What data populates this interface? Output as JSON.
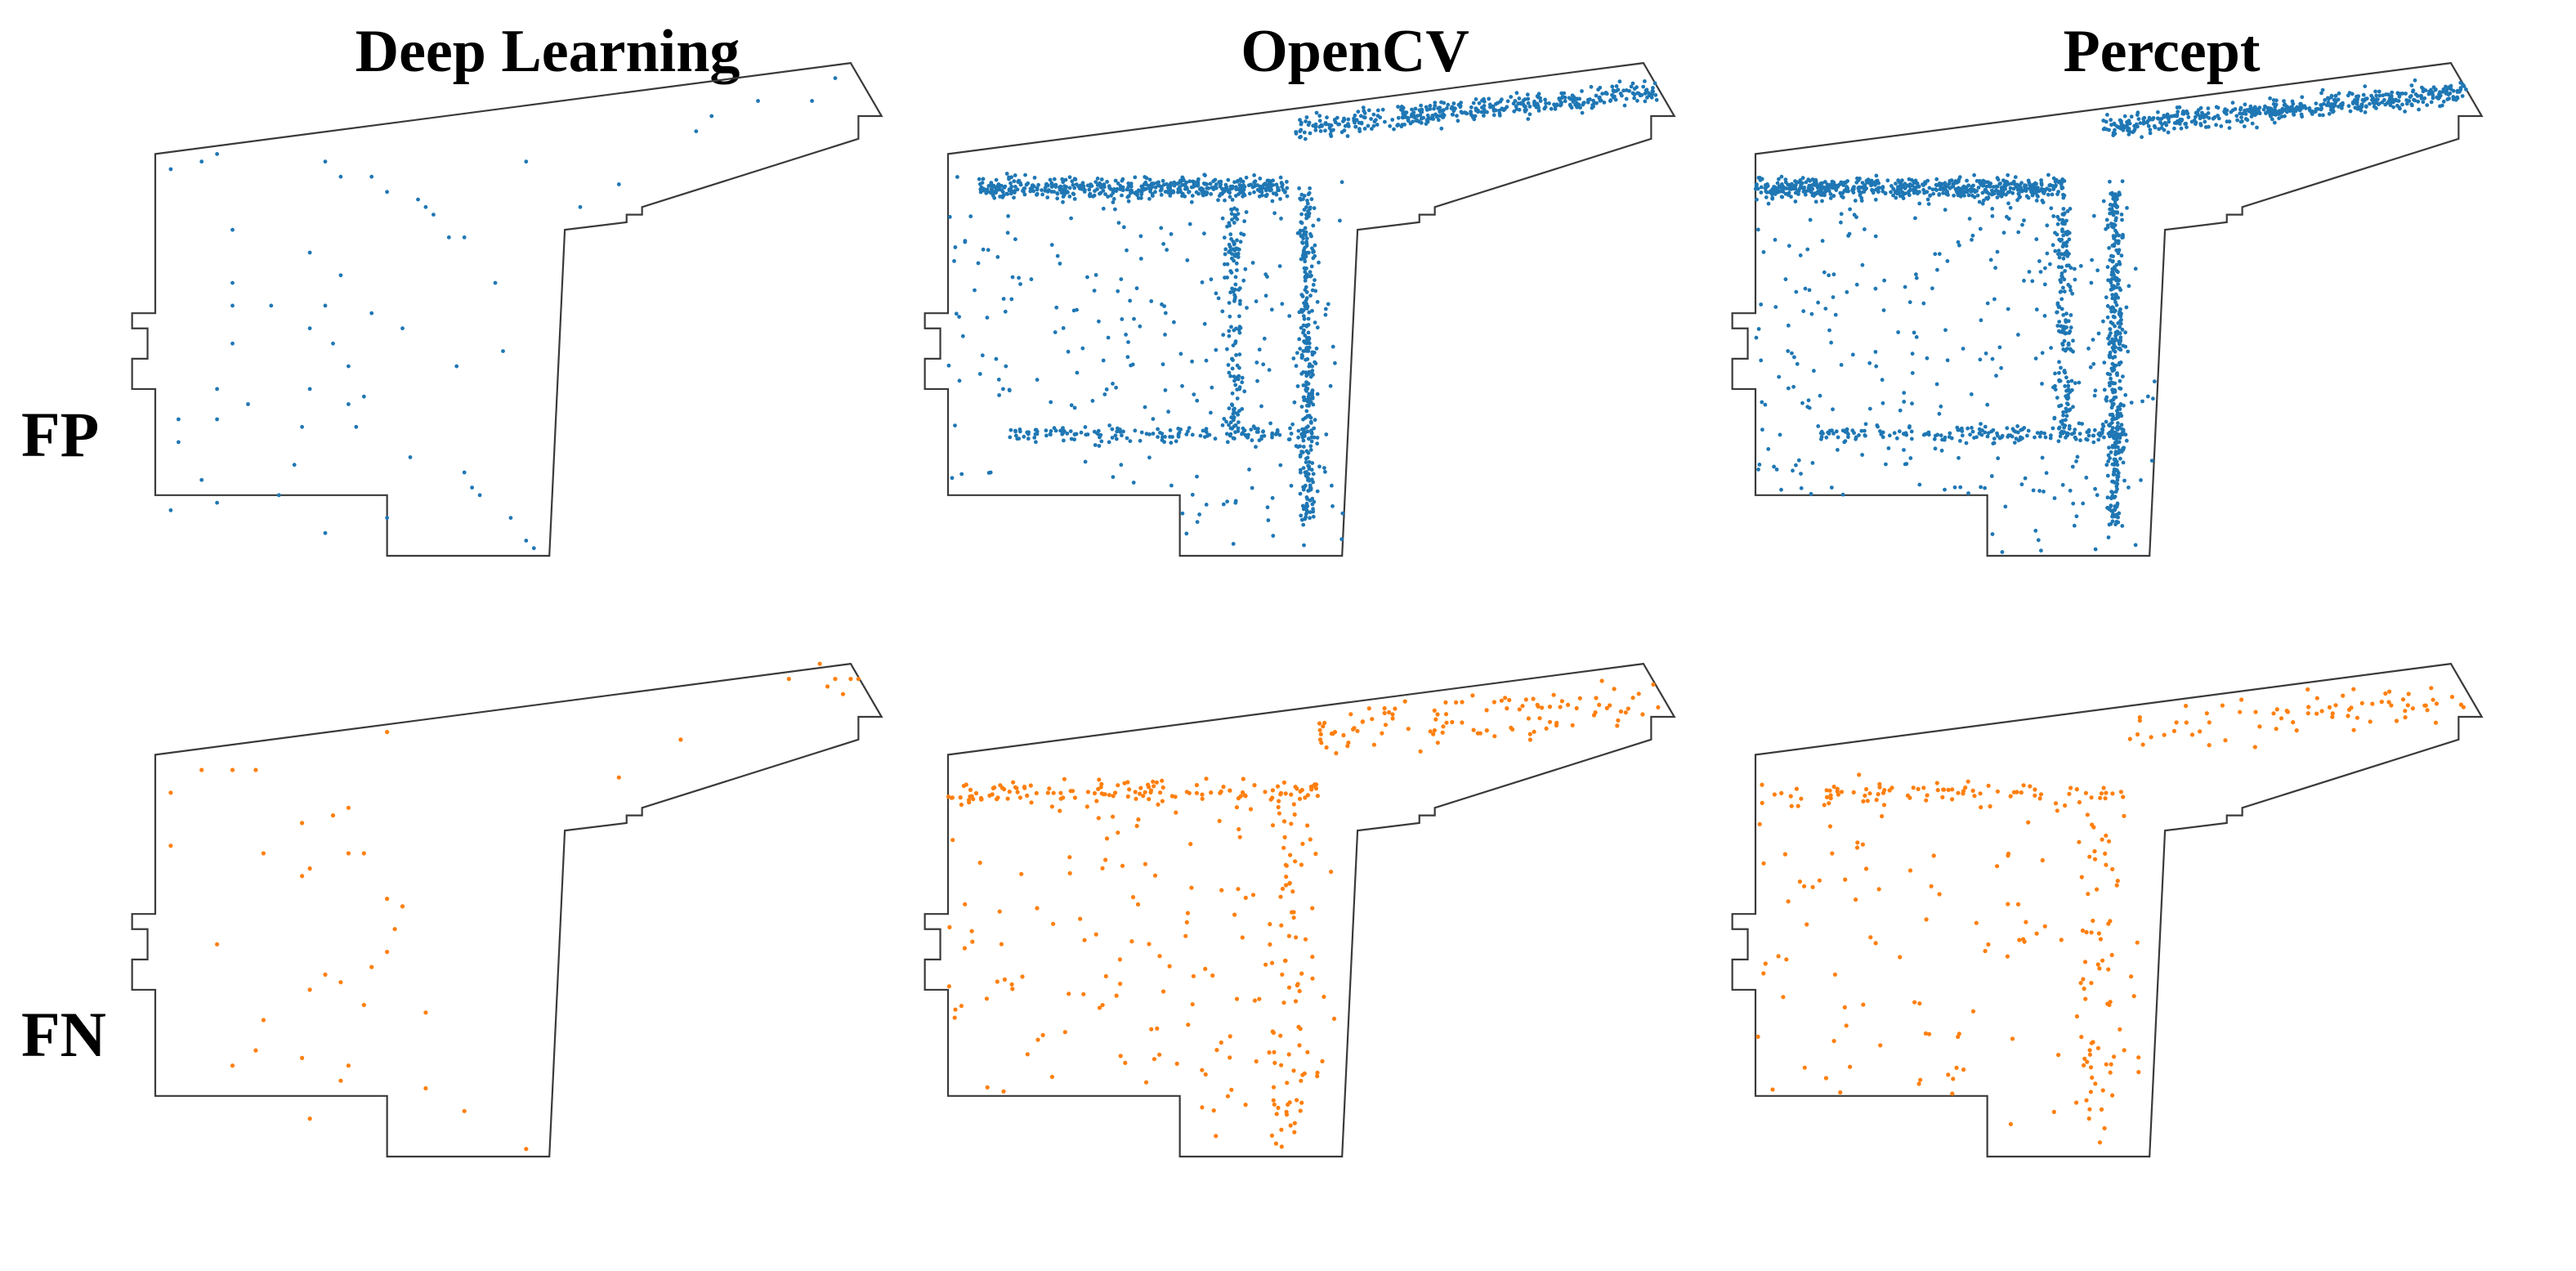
{
  "chart_data": {
    "type": "scatter",
    "columns": [
      "Deep Learning",
      "OpenCV",
      "Percept"
    ],
    "rows": [
      "FP",
      "FN"
    ],
    "colors": {
      "FP": "#1f77b4",
      "FN": "#ff7f0e"
    },
    "grid": false,
    "legend": "none",
    "xlim": [
      0,
      100
    ],
    "ylim": [
      0,
      60
    ],
    "floor_outline": [
      [
        0,
        53
      ],
      [
        90,
        65
      ],
      [
        94,
        58
      ],
      [
        91,
        58
      ],
      [
        91,
        55
      ],
      [
        63,
        46
      ],
      [
        63,
        45
      ],
      [
        61,
        45
      ],
      [
        61,
        44
      ],
      [
        53,
        43
      ],
      [
        51,
        0
      ],
      [
        30,
        0
      ],
      [
        30,
        8
      ],
      [
        0,
        8
      ],
      [
        0,
        22
      ],
      [
        -3,
        22
      ],
      [
        -3,
        26
      ],
      [
        -1,
        26
      ],
      [
        -1,
        30
      ],
      [
        -3,
        30
      ],
      [
        -3,
        32
      ],
      [
        0,
        32
      ],
      [
        0,
        48
      ]
    ],
    "panels": [
      {
        "row": "FP",
        "column": "Deep Learning",
        "points": [
          [
            2,
            51
          ],
          [
            6,
            52
          ],
          [
            8,
            53
          ],
          [
            22,
            52
          ],
          [
            35,
            46
          ],
          [
            24,
            50
          ],
          [
            28,
            50
          ],
          [
            40,
            42
          ],
          [
            48,
            52
          ],
          [
            55,
            46
          ],
          [
            70,
            56
          ],
          [
            78,
            60
          ],
          [
            85,
            60
          ],
          [
            88,
            63
          ],
          [
            10,
            36
          ],
          [
            10,
            33
          ],
          [
            10,
            28
          ],
          [
            15,
            33
          ],
          [
            20,
            30
          ],
          [
            22,
            33
          ],
          [
            23,
            28
          ],
          [
            25,
            25
          ],
          [
            20,
            22
          ],
          [
            25,
            20
          ],
          [
            27,
            21
          ],
          [
            26,
            17
          ],
          [
            12,
            20
          ],
          [
            19,
            17
          ],
          [
            8,
            18
          ],
          [
            8,
            22
          ],
          [
            3,
            18
          ],
          [
            3,
            15
          ],
          [
            6,
            10
          ],
          [
            8,
            7
          ],
          [
            2,
            6
          ],
          [
            30,
            5
          ],
          [
            33,
            13
          ],
          [
            40,
            11
          ],
          [
            41,
            9
          ],
          [
            42,
            8
          ],
          [
            46,
            5
          ],
          [
            48,
            2
          ],
          [
            49,
            1
          ],
          [
            44,
            36
          ],
          [
            30,
            48
          ],
          [
            34,
            47
          ],
          [
            36,
            45
          ],
          [
            38,
            42
          ],
          [
            20,
            40
          ],
          [
            24,
            37
          ],
          [
            28,
            32
          ],
          [
            32,
            30
          ],
          [
            39,
            25
          ],
          [
            45,
            27
          ],
          [
            18,
            12
          ],
          [
            16,
            8
          ],
          [
            22,
            3
          ],
          [
            10,
            43
          ],
          [
            60,
            49
          ],
          [
            72,
            58
          ]
        ],
        "n": 0
      },
      {
        "row": "FP",
        "column": "OpenCV",
        "points": [],
        "n": 1700
      },
      {
        "row": "FP",
        "column": "Percept",
        "points": [],
        "n": 2100
      },
      {
        "row": "FN",
        "column": "Deep Learning",
        "points": [
          [
            2,
            48
          ],
          [
            6,
            51
          ],
          [
            10,
            51
          ],
          [
            13,
            51
          ],
          [
            30,
            56
          ],
          [
            25,
            46
          ],
          [
            23,
            45
          ],
          [
            19,
            44
          ],
          [
            25,
            40
          ],
          [
            27,
            40
          ],
          [
            20,
            38
          ],
          [
            19,
            37
          ],
          [
            30,
            34
          ],
          [
            32,
            33
          ],
          [
            31,
            30
          ],
          [
            30,
            27
          ],
          [
            28,
            25
          ],
          [
            22,
            24
          ],
          [
            20,
            22
          ],
          [
            14,
            18
          ],
          [
            13,
            14
          ],
          [
            10,
            12
          ],
          [
            19,
            13
          ],
          [
            25,
            12
          ],
          [
            24,
            10
          ],
          [
            35,
            9
          ],
          [
            40,
            6
          ],
          [
            2,
            41
          ],
          [
            8,
            28
          ],
          [
            20,
            5
          ],
          [
            48,
            1
          ],
          [
            60,
            50
          ],
          [
            68,
            55
          ],
          [
            87,
            62
          ],
          [
            88,
            63
          ],
          [
            89,
            61
          ],
          [
            90,
            63
          ],
          [
            91,
            63
          ],
          [
            86,
            65
          ],
          [
            82,
            63
          ],
          [
            14,
            40
          ],
          [
            24,
            23
          ],
          [
            27,
            20
          ],
          [
            35,
            19
          ]
        ],
        "n": 0
      },
      {
        "row": "FN",
        "column": "OpenCV",
        "points": [],
        "n": 440
      },
      {
        "row": "FN",
        "column": "Percept",
        "points": [],
        "n": 320
      }
    ]
  }
}
